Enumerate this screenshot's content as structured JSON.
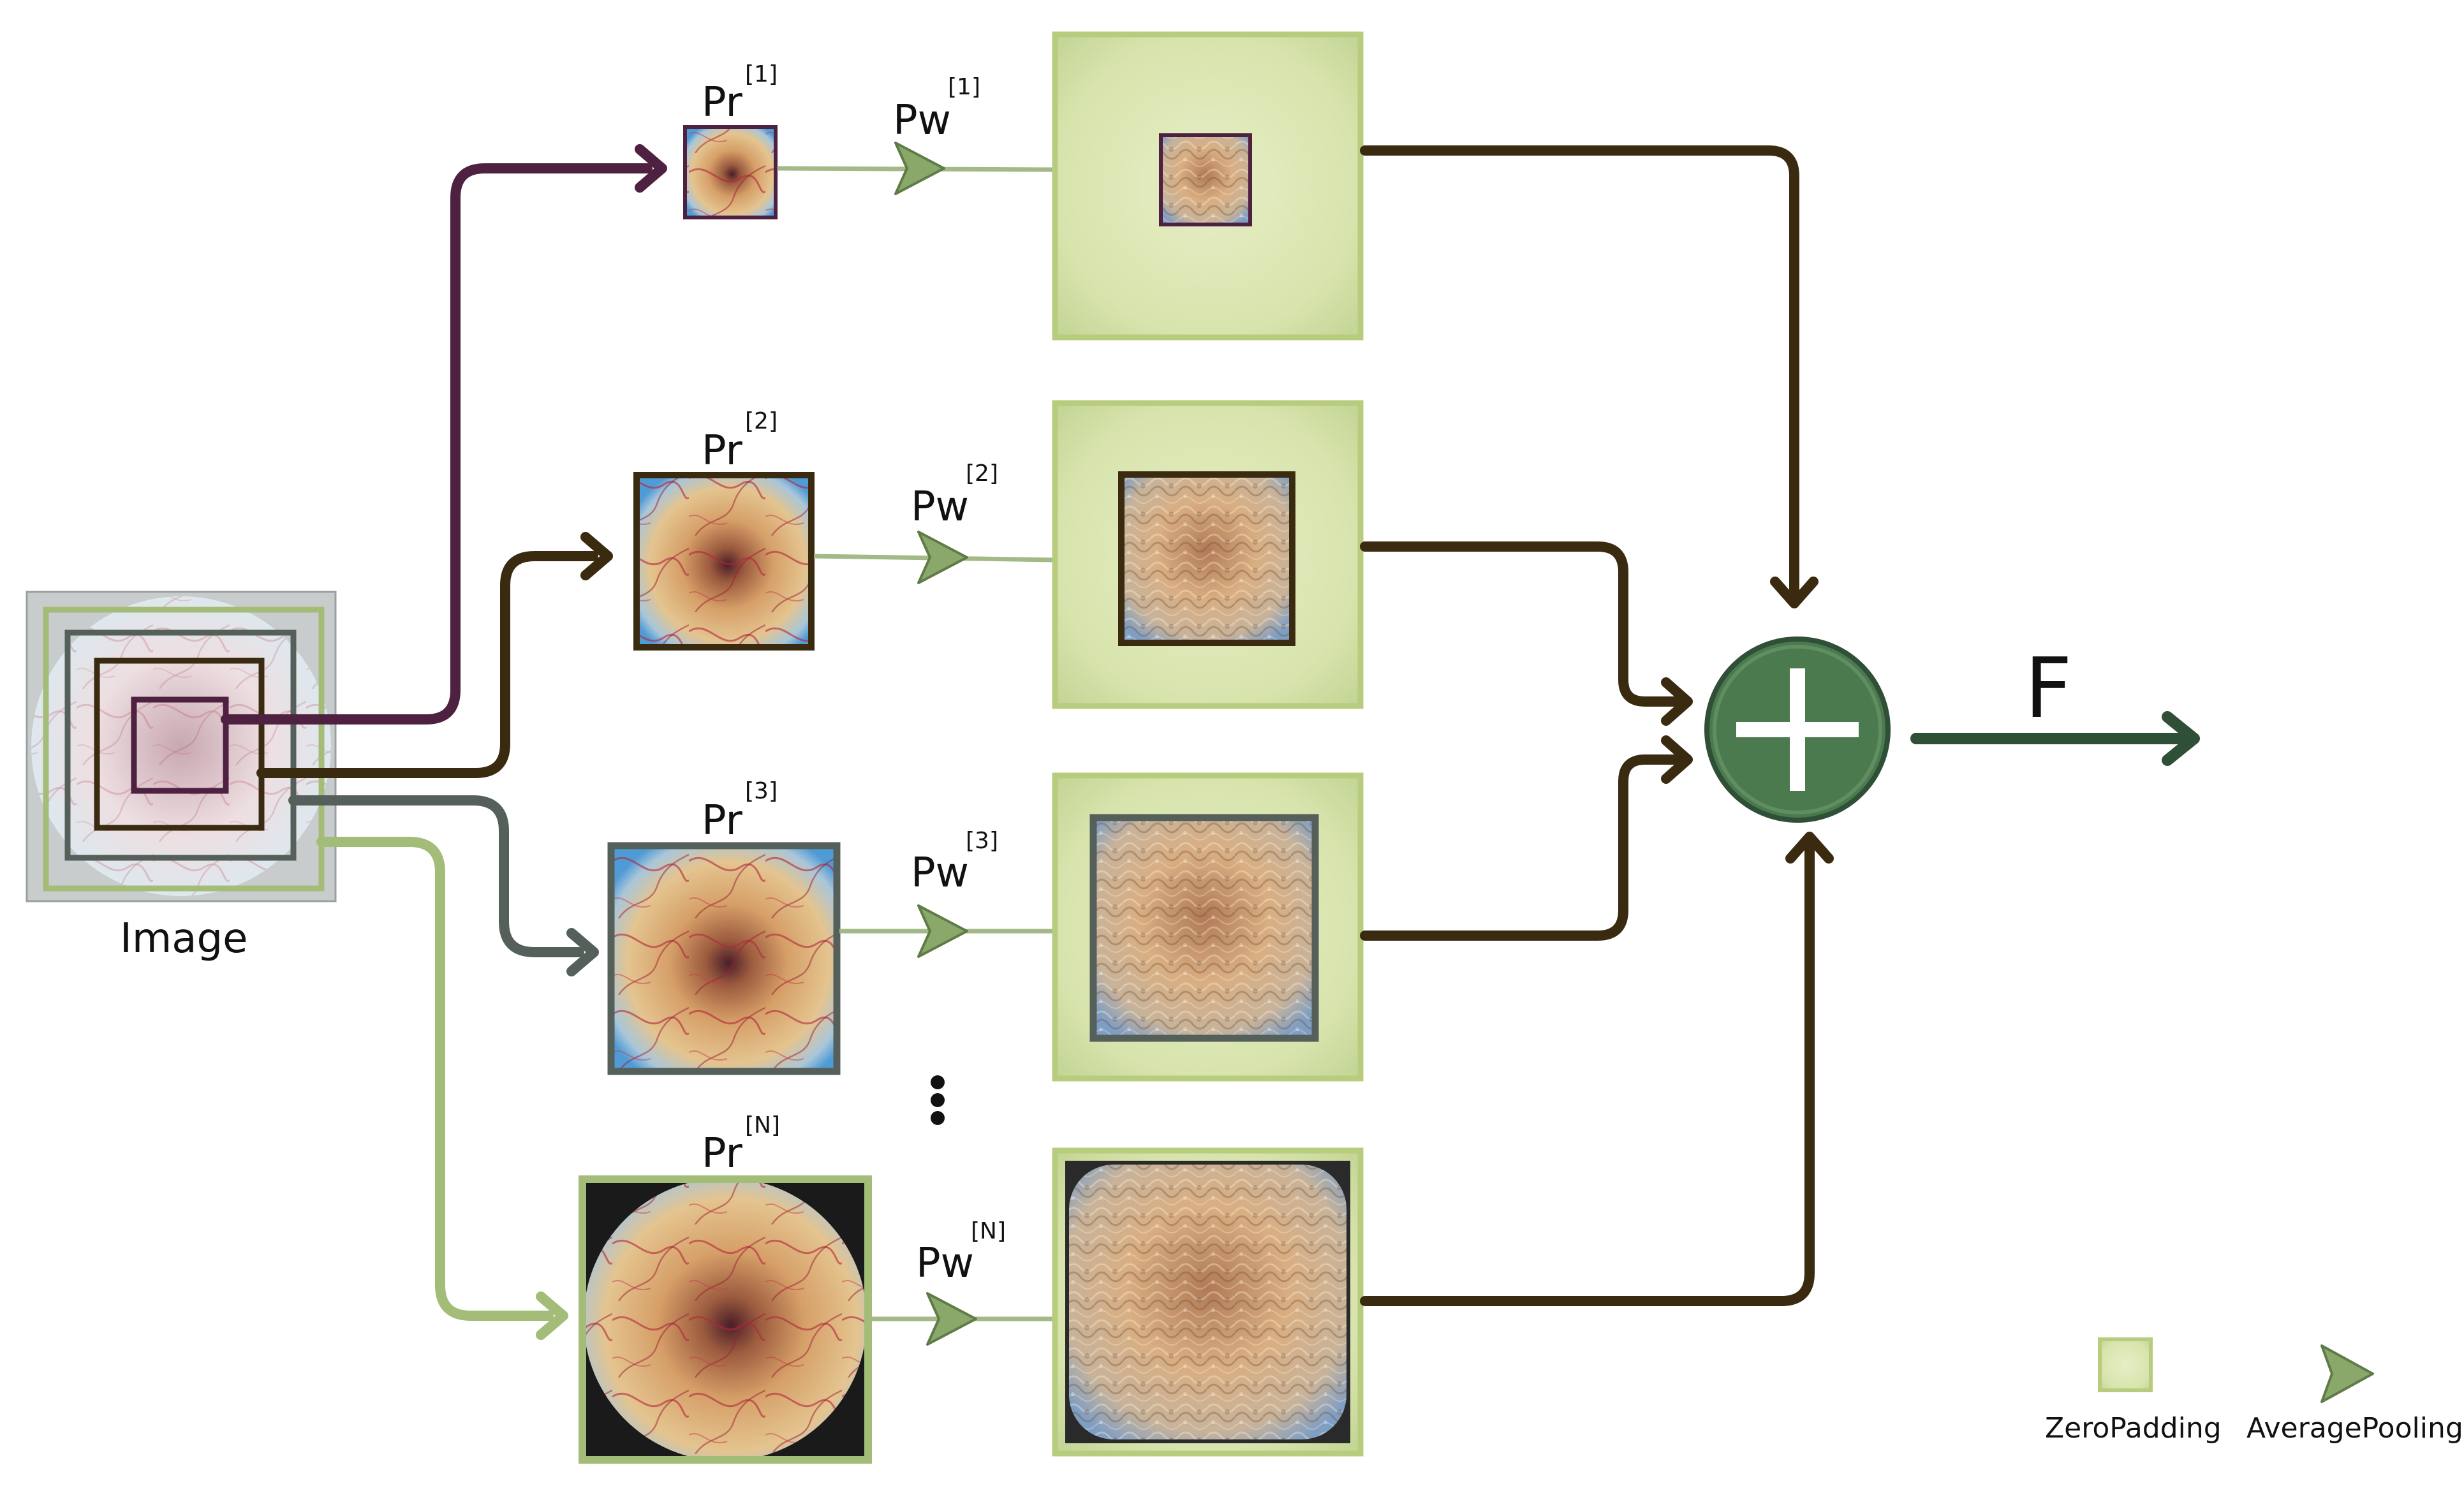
{
  "image_label": "Image",
  "rows": [
    {
      "pr_base": "Pr",
      "pr_sup": "[1]",
      "pw_base": "Pw",
      "pw_sup": "[1]"
    },
    {
      "pr_base": "Pr",
      "pr_sup": "[2]",
      "pw_base": "Pw",
      "pw_sup": "[2]"
    },
    {
      "pr_base": "Pr",
      "pr_sup": "[3]",
      "pw_base": "Pw",
      "pw_sup": "[3]"
    },
    {
      "pr_base": "Pr",
      "pr_sup": "[N]",
      "pw_base": "Pw",
      "pw_sup": "[N]"
    }
  ],
  "sum_symbol": "+",
  "output_label": "F",
  "legend": {
    "zero_padding": "ZeroPadding",
    "average_pooling": "AveragePooling"
  },
  "colors": {
    "scale1": "#4e2140",
    "scale2": "#3a2a10",
    "scale3": "#56605a",
    "scaleN": "#9db57a",
    "padding_fill": "#dbe6b3",
    "padding_border": "#b8cc7e",
    "pool_line": "#a3b987",
    "pool_arrow": "#8aa86a",
    "sum_circle": "#4a7a4e",
    "output_arrow": "#2f4f37"
  }
}
